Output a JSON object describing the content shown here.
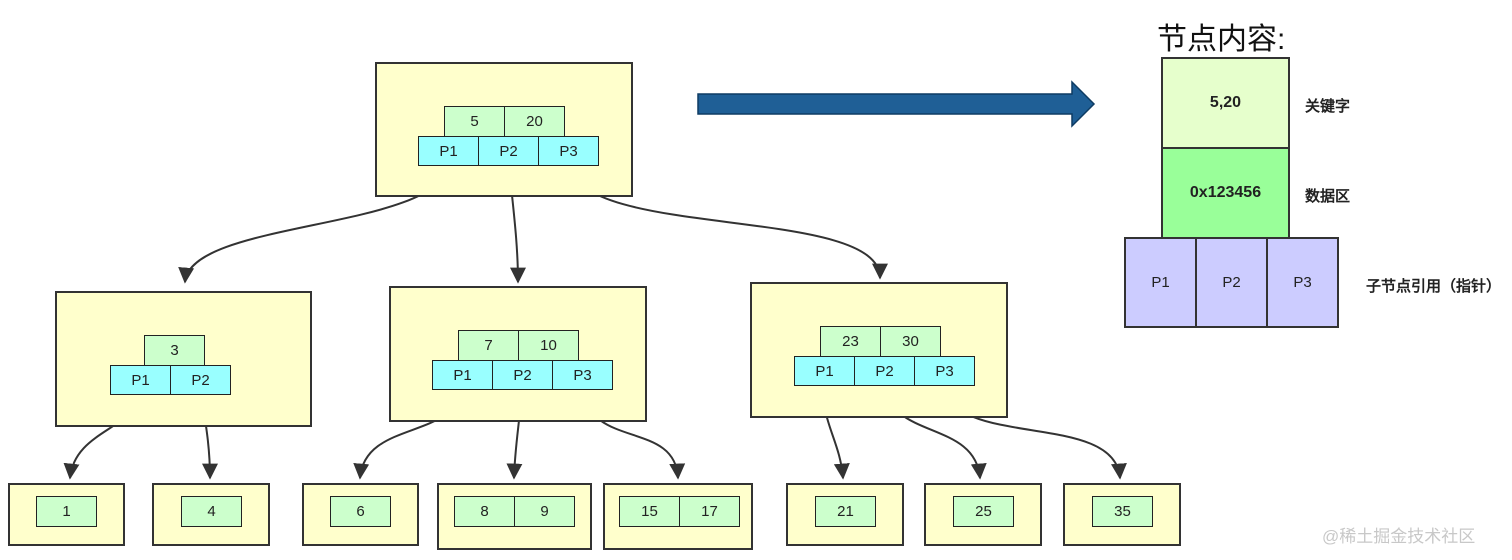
{
  "legend": {
    "title": "节点内容:",
    "keys_value": "5,20",
    "data_value": "0x123456",
    "pointers": [
      "P1",
      "P2",
      "P3"
    ],
    "keys_label": "关键字",
    "data_label": "数据区",
    "pointers_label": "子节点引用（指针）"
  },
  "tree": {
    "root": {
      "keys": [
        "5",
        "20"
      ],
      "pointers": [
        "P1",
        "P2",
        "P3"
      ]
    },
    "level2": [
      {
        "keys": [
          "3"
        ],
        "pointers": [
          "P1",
          "P2"
        ]
      },
      {
        "keys": [
          "7",
          "10"
        ],
        "pointers": [
          "P1",
          "P2",
          "P3"
        ]
      },
      {
        "keys": [
          "23",
          "30"
        ],
        "pointers": [
          "P1",
          "P2",
          "P3"
        ]
      }
    ],
    "leaves": [
      {
        "keys": [
          "1"
        ]
      },
      {
        "keys": [
          "4"
        ]
      },
      {
        "keys": [
          "6"
        ]
      },
      {
        "keys": [
          "8",
          "9"
        ]
      },
      {
        "keys": [
          "15",
          "17"
        ]
      },
      {
        "keys": [
          "21"
        ]
      },
      {
        "keys": [
          "25"
        ]
      },
      {
        "keys": [
          "35"
        ]
      }
    ]
  },
  "watermark": "@稀土掘金技术社区",
  "colors": {
    "node_fill": "#ffffcc",
    "key_fill": "#ccffcc",
    "pointer_fill": "#99ffff",
    "arrow_fill": "#1f5f96",
    "legend_data_fill": "#99ff99",
    "legend_pointer_fill": "#ccccff"
  }
}
